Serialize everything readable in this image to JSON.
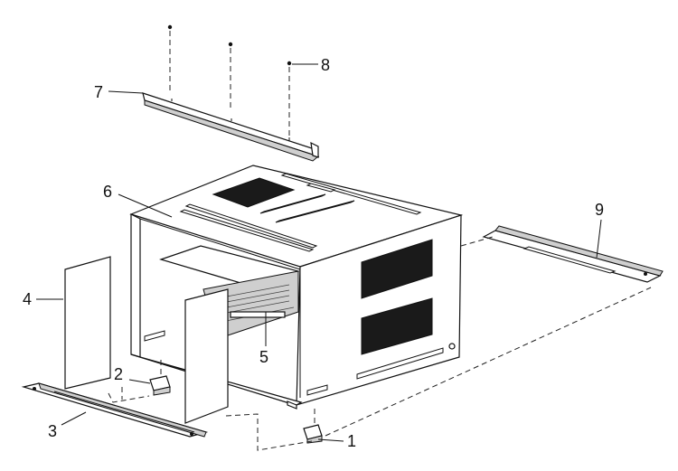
{
  "callouts": [
    {
      "id": "1",
      "label": "1",
      "part": "lower-bracket-right"
    },
    {
      "id": "2",
      "label": "2",
      "part": "lower-bracket-left"
    },
    {
      "id": "3",
      "label": "3",
      "part": "bottom-rail"
    },
    {
      "id": "4",
      "label": "4",
      "part": "side-panel-left"
    },
    {
      "id": "5",
      "label": "5",
      "part": "inner-tray"
    },
    {
      "id": "6",
      "label": "6",
      "part": "cabinet-sleeve"
    },
    {
      "id": "7",
      "label": "7",
      "part": "top-angle-rail"
    },
    {
      "id": "8",
      "label": "8",
      "part": "screws"
    },
    {
      "id": "9",
      "label": "9",
      "part": "side-angle-rail"
    }
  ]
}
